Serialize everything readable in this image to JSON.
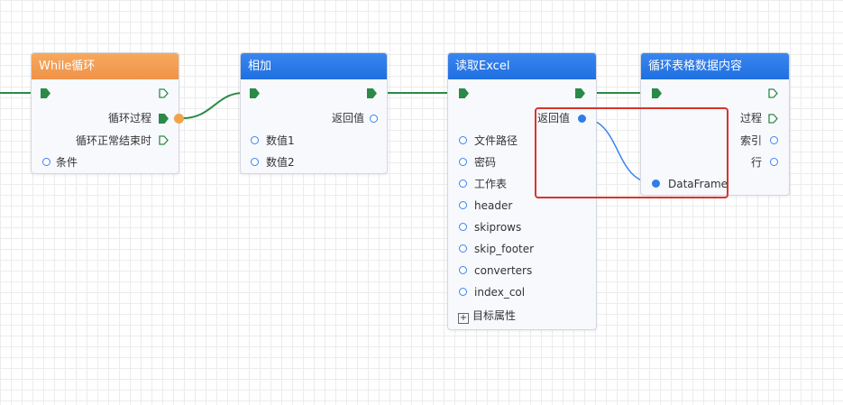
{
  "nodes": {
    "while_loop": {
      "title": "While循环",
      "loop_process": "循环过程",
      "loop_end": "循环正常结束时",
      "condition": "条件"
    },
    "add": {
      "title": "相加",
      "return_value": "返回值",
      "num1": "数值1",
      "num2": "数值2"
    },
    "read_excel": {
      "title": "读取Excel",
      "return_value": "返回值",
      "params": [
        "文件路径",
        "密码",
        "工作表",
        "header",
        "skiprows",
        "skip_footer",
        "converters",
        "index_col"
      ],
      "target_props": "目标属性"
    },
    "loop_table": {
      "title": "循环表格数据内容",
      "process": "过程",
      "index": "索引",
      "row": "行",
      "dataframe": "DataFrame"
    }
  },
  "colors": {
    "header_blue": "#1f6fe0",
    "header_orange": "#f0924a",
    "exec_green": "#2a8a47",
    "data_blue": "#3b82f6",
    "highlight_red": "#d9342b"
  }
}
